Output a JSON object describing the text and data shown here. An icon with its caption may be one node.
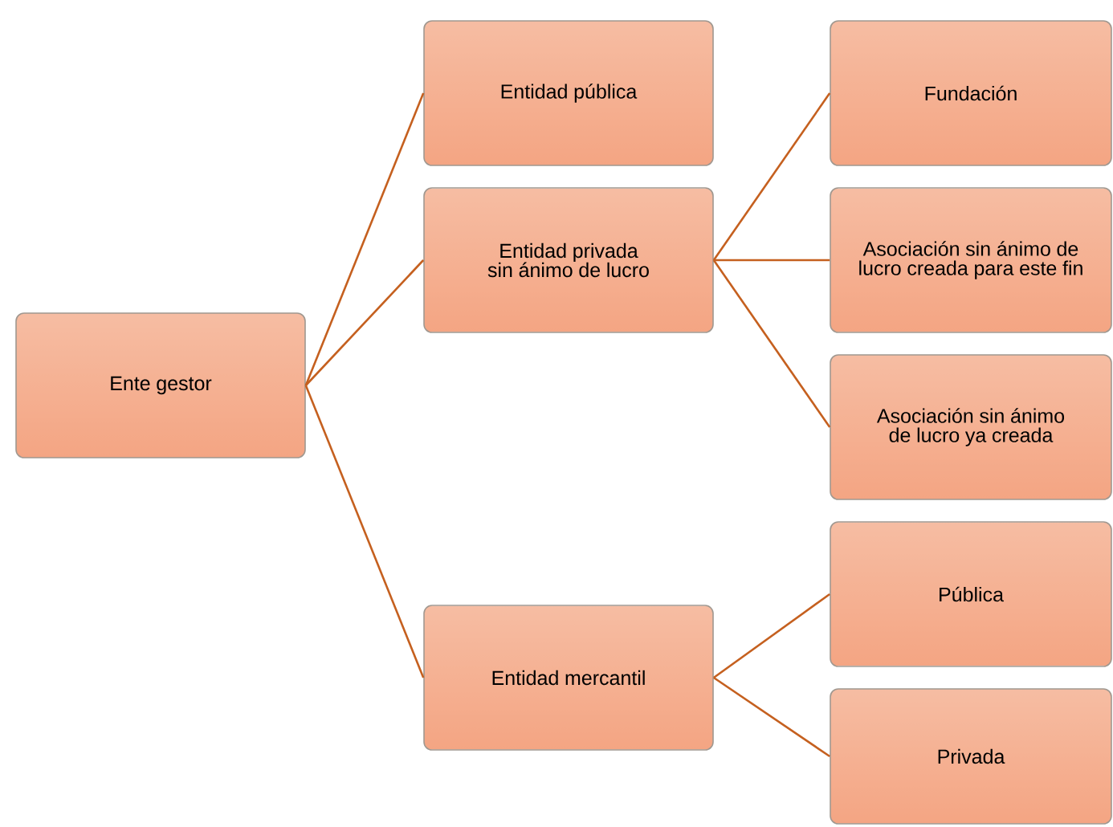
{
  "diagram": {
    "nodes": [
      {
        "text": [
          "Ente gestor"
        ]
      },
      {
        "text": [
          "Entidad pública"
        ]
      },
      {
        "text": [
          "Entidad privada sin ánimo de lucro"
        ]
      },
      {
        "text": [
          "Entidad mercantil"
        ]
      },
      {
        "text": [
          "Fundación"
        ]
      },
      {
        "text": [
          "Asociación sin ánimo de lucro creada para este fin"
        ]
      },
      {
        "text": [
          "Asociación sin ánimo de lucro ya creada"
        ]
      },
      {
        "text": [
          "Pública"
        ]
      },
      {
        "text": [
          "Privada"
        ]
      }
    ],
    "edges": [
      {
        "from": 0,
        "to": 1,
        "arrow": "none"
      },
      {
        "from": 0,
        "to": 2,
        "arrow": "none"
      },
      {
        "from": 0,
        "to": 3,
        "arrow": "none"
      },
      {
        "from": 2,
        "to": 4,
        "arrow": "none"
      },
      {
        "from": 2,
        "to": 5,
        "arrow": "none"
      },
      {
        "from": 2,
        "to": 6,
        "arrow": "none"
      },
      {
        "from": 3,
        "to": 7,
        "arrow": "none"
      },
      {
        "from": 3,
        "to": 8,
        "arrow": "none"
      }
    ]
  }
}
